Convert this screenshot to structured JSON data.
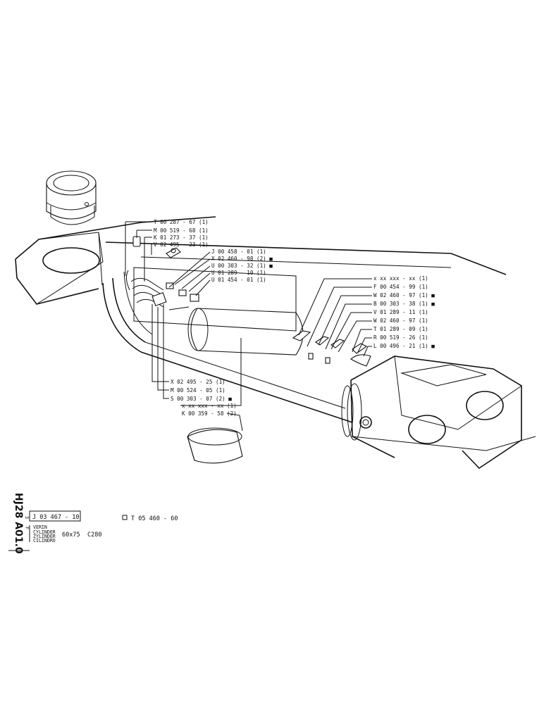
{
  "sheet": {
    "sheet_code": "HJ28 A01.0",
    "part_number": "J 03 467 - 10",
    "ref_number": "T 05 460 - 60",
    "description_lines": [
      "VERIN",
      "CYLINDER",
      "ZYLINDER",
      "CILINDRO"
    ],
    "dimensions": "60x75",
    "model": "C280",
    "side_marks": [
      "3",
      "F"
    ]
  },
  "top_labels": [
    "T 00 287 - 67 (1)",
    "M 00 519 - 68 (1)",
    "K 01 273 - 37 (1)",
    "V 02 495 - 23 (1)",
    "J 00 458 - 01 (1)",
    "X 02 460 - 98 (2) ■",
    "U 00 303 - 32 (1) ■",
    "U 01 289 - 10 (1)",
    "U 01 454 - 01 (1)"
  ],
  "right_labels": [
    "x xx xxx - xx (1)",
    "F 00 454 - 99 (1)",
    "W 02 460 - 97 (1) ■",
    "B 00 303 - 38 (1) ■",
    "V 01 289 - 11 (1)",
    "W 02 460 - 97 (1)",
    "T 01 289 - 09 (1)",
    "R 00 519 - 26 (1)",
    "L 00 496 - 21 (1) ■"
  ],
  "bottom_labels": [
    "X 02 495 - 25 (1)",
    "M 00 524 - 05 (1)",
    "S 00 303 - 07 (2) ■",
    "x xx xxx - xx (1)",
    "K 00 359 - 58 (2)"
  ]
}
